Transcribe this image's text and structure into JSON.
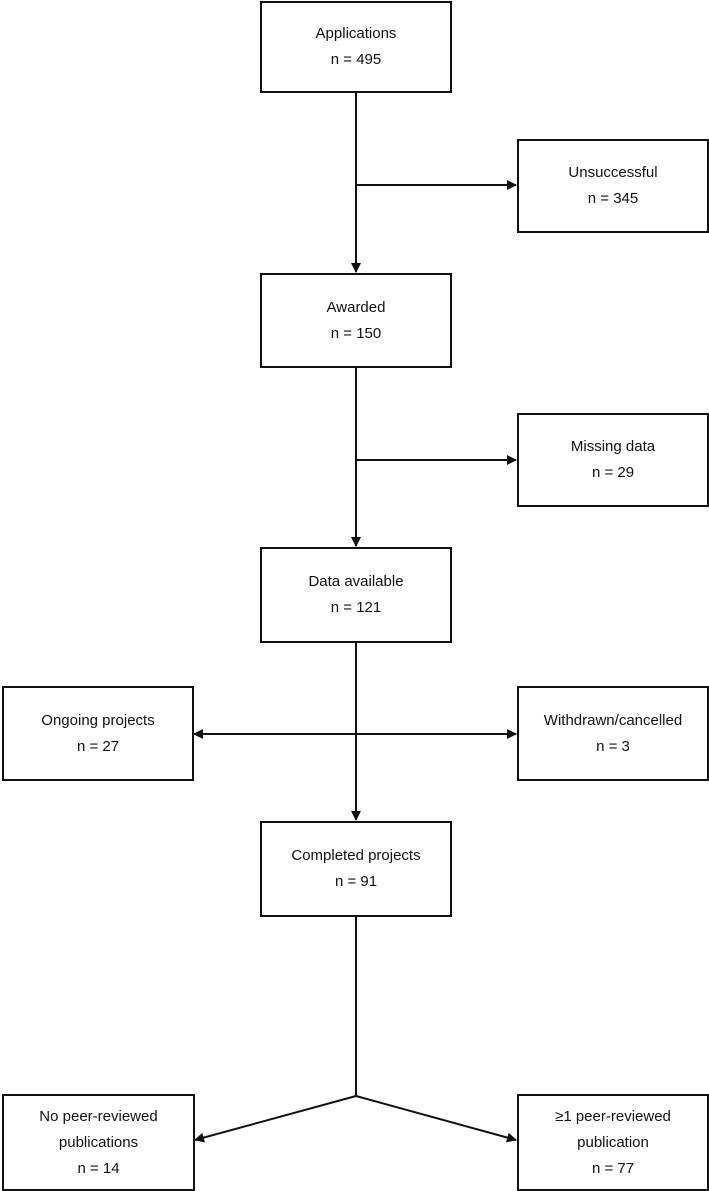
{
  "colors": {
    "stroke": "#111111",
    "background": "#ffffff"
  },
  "boxes": {
    "applications": {
      "label": "Applications",
      "count": "n = 495"
    },
    "unsuccessful": {
      "label": "Unsuccessful",
      "count": "n = 345"
    },
    "awarded": {
      "label": "Awarded",
      "count": "n = 150"
    },
    "missing": {
      "label": "Missing data",
      "count": "n = 29"
    },
    "available": {
      "label": "Data available",
      "count": "n = 121"
    },
    "ongoing": {
      "label": "Ongoing projects",
      "count": "n = 27"
    },
    "withdrawn": {
      "label": "Withdrawn/cancelled",
      "count": "n = 3"
    },
    "completed": {
      "label": "Completed projects",
      "count": "n = 91"
    },
    "no_pub": {
      "label1": "No peer-reviewed",
      "label2": "publications",
      "count": "n = 14"
    },
    "pub": {
      "label1": "≥1 peer-reviewed",
      "label2": "publication",
      "count": "n = 77"
    }
  }
}
